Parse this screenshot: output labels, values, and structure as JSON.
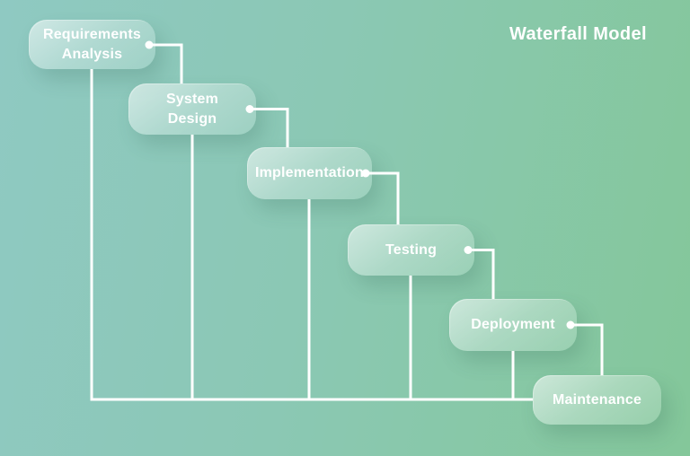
{
  "title": "Waterfall Model",
  "stages": [
    {
      "id": "requirements-analysis",
      "label": "Requirements\nAnalysis"
    },
    {
      "id": "system-design",
      "label": "System\nDesign"
    },
    {
      "id": "implementation",
      "label": "Implementation"
    },
    {
      "id": "testing",
      "label": "Testing"
    },
    {
      "id": "deployment",
      "label": "Deployment"
    },
    {
      "id": "maintenance",
      "label": "Maintenance"
    }
  ],
  "colors": {
    "background_left": "#8fc9c2",
    "background_right": "#84c79a",
    "connector_line": "#ffffff",
    "stage_text": "#ffffff",
    "title_text": "#ffffff"
  }
}
